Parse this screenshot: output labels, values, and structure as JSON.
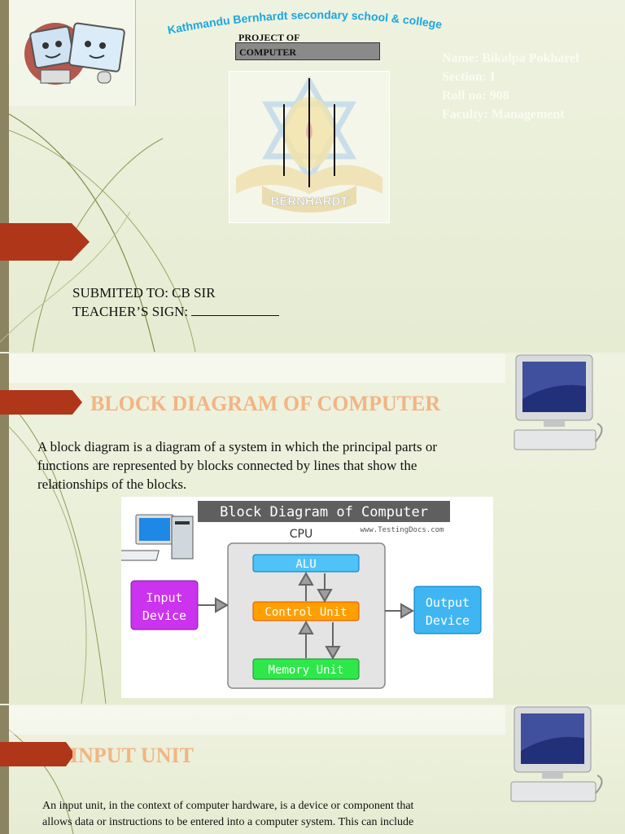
{
  "cover": {
    "school_name": "Kathmandu Bernhardt secondary school & college",
    "project_line1": "PROJECT OF",
    "project_line2": "COMPUTER",
    "logo_text": "BERNHARDT",
    "student": {
      "name": "Name: Bikalpa Pokharel",
      "section": "Section: I",
      "roll": "Roll no: 908",
      "faculty": "Faculty: Management"
    },
    "submitted_to": "SUBMITED TO: CB SIR",
    "teacher_sign": "TEACHER’S SIGN:"
  },
  "block_slide": {
    "title": "BLOCK DIAGRAM OF COMPUTER",
    "bullet": "",
    "line1": "A block diagram is a diagram of a system in which the principal parts or",
    "line2": "functions are represented by blocks connected by lines that show the",
    "line3": "relationships of the blocks.",
    "diagram": {
      "title": "Block Diagram of Computer",
      "cpu_label": "CPU",
      "watermark": "www.TestingDocs.com",
      "alu": "ALU",
      "control_unit": "Control Unit",
      "memory_unit": "Memory Unit",
      "input_line1": "Input",
      "input_line2": "Device",
      "output_line1": "Output",
      "output_line2": "Device"
    }
  },
  "input_slide": {
    "title": "INPUT UNIT",
    "bullet": "",
    "line1": "An input unit, in the context of computer hardware, is a device or component that",
    "line2": "allows data or instructions to be entered into a computer system. This can include"
  },
  "colors": {
    "accent_arrow": "#b0361a",
    "title_peach": "#f1b583",
    "alu_blue": "#4fc3f7",
    "control_orange": "#ffa000",
    "memory_green": "#2ee84a",
    "input_purple": "#cc33ee",
    "output_blue": "#3fb6f2"
  }
}
